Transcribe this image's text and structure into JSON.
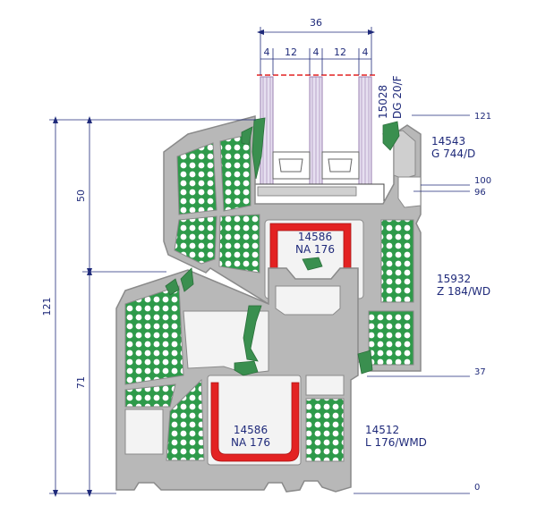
{
  "colors": {
    "profile_gray": "#b8b8b8",
    "profile_edge": "#9a9a9a",
    "chamber_light": "#f3f3f3",
    "foam_green": "#2e9a4a",
    "foam_dot": "#ffffff",
    "reinforcement_red": "#e32222",
    "gasket_green": "#3a8f4f",
    "dim_blue": "#1f2a7a",
    "glass_stripe": "#9a7fb0"
  },
  "glass": {
    "width_total": "36",
    "segments": [
      "4",
      "12",
      "4",
      "12",
      "4"
    ],
    "code": "15028",
    "type": "DG 20/F"
  },
  "left_dimensions": {
    "total": "121",
    "upper": "50",
    "lower": "71"
  },
  "right_levels": [
    "121",
    "100",
    "96",
    "37",
    "0"
  ],
  "labels": {
    "glazing_bead": {
      "code": "14543",
      "type": "G 744/D"
    },
    "sash_reinforcement": {
      "code": "14586",
      "type": "NA 176"
    },
    "sash_profile": {
      "code": "15932",
      "type": "Z 184/WD"
    },
    "frame_reinforcement": {
      "code": "14586",
      "type": "NA 176"
    },
    "frame_profile": {
      "code": "14512",
      "type": "L 176/WMD"
    }
  }
}
